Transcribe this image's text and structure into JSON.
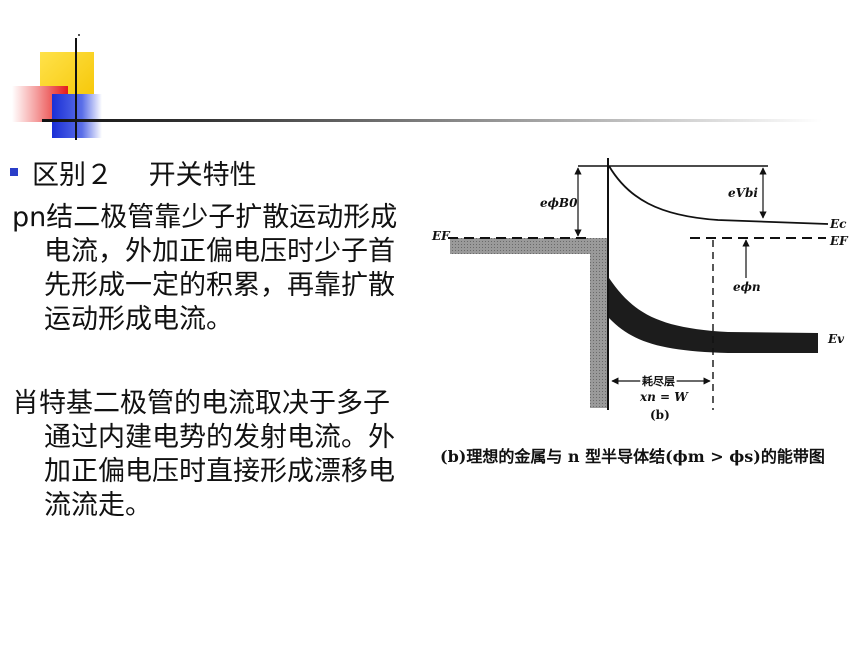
{
  "slide": {
    "bullet": {
      "label": "区别２　 开关特性"
    },
    "paragraphs": [
      {
        "prefix": "pn",
        "text": "结二极管靠少子扩散运动形成电流，外加正偏电压时少子首先形成一定的积累，再靠扩散运动形成电流。"
      },
      {
        "prefix": "",
        "text": "肖特基二极管的电流取决于多子通过内建电势的发射电流。外加正偏电压时直接形成漂移电流流走。"
      }
    ]
  },
  "diagram": {
    "labels": {
      "phi_b0": "eϕB0",
      "vbi": "eVbi",
      "ec": "Ec",
      "ef_right": "EF",
      "ef_left": "EF",
      "phi_n": "eϕn",
      "ev": "Ev",
      "depletion": "耗尽层",
      "xn": "xn = W",
      "panel": "(b)"
    },
    "caption": "(b)理想的金属与 n 型半导体结(ϕm > ϕs)的能带图"
  },
  "colors": {
    "bullet": "#2a3ec8",
    "deco_yellow": "#f5c400",
    "deco_red": "#e41a1a",
    "deco_blue": "#1a2fd6"
  }
}
